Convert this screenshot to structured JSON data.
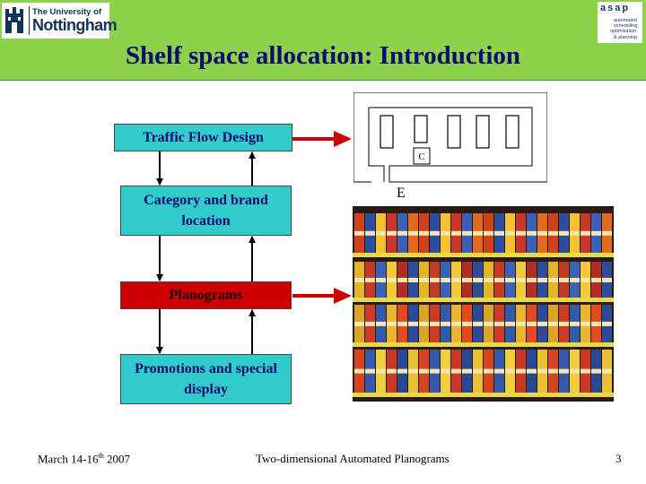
{
  "header": {
    "logo_left": {
      "line1": "The University of",
      "line2": "Nottingham"
    },
    "logo_right": {
      "word": "asap",
      "lines": [
        "automated",
        "scheduling,",
        "optimisation",
        "& planning"
      ]
    }
  },
  "slide": {
    "title": "Shelf space allocation: Introduction",
    "flow": [
      {
        "label": "Traffic Flow Design"
      },
      {
        "label": "Category and brand location"
      },
      {
        "label": "Planograms"
      },
      {
        "label": "Promotions and special display"
      }
    ],
    "store_layout": {
      "checkout_label": "C",
      "entrance_label": "E"
    },
    "colors": {
      "flow_box": "#33cccc",
      "flow_box_highlight": "#cc0000",
      "arrow": "#cc0000",
      "header": "#8ed14a",
      "title": "#0b0b6e"
    }
  },
  "footer": {
    "date_prefix": "March 14-16",
    "date_sup": "th",
    "date_suffix": " 2007",
    "center": "Two-dimensional Automated Planograms",
    "page": "3"
  }
}
